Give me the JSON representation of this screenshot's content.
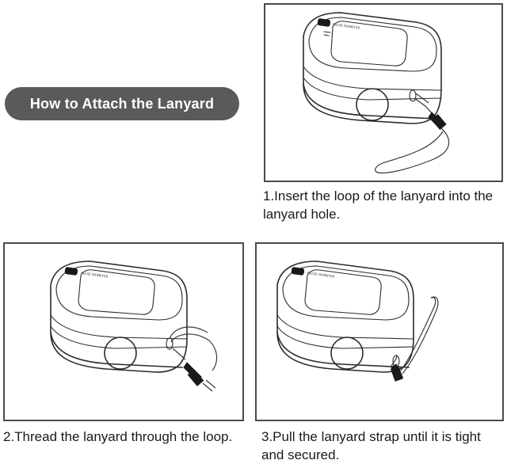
{
  "header": {
    "title": "How to Attach the Lanyard"
  },
  "steps": [
    {
      "caption": "1.Insert the loop of the lanyard into the lanyard hole."
    },
    {
      "caption": "2.Thread the lanyard through the loop."
    },
    {
      "caption": "3.Pull the lanyard strap until it is tight and secured."
    }
  ],
  "device": {
    "label": "PULSE OXIMETER"
  },
  "colors": {
    "pill_bg": "#5a5a5a",
    "pill_text": "#ffffff",
    "line": "#2b2b2b",
    "clip": "#1a1a1a"
  }
}
